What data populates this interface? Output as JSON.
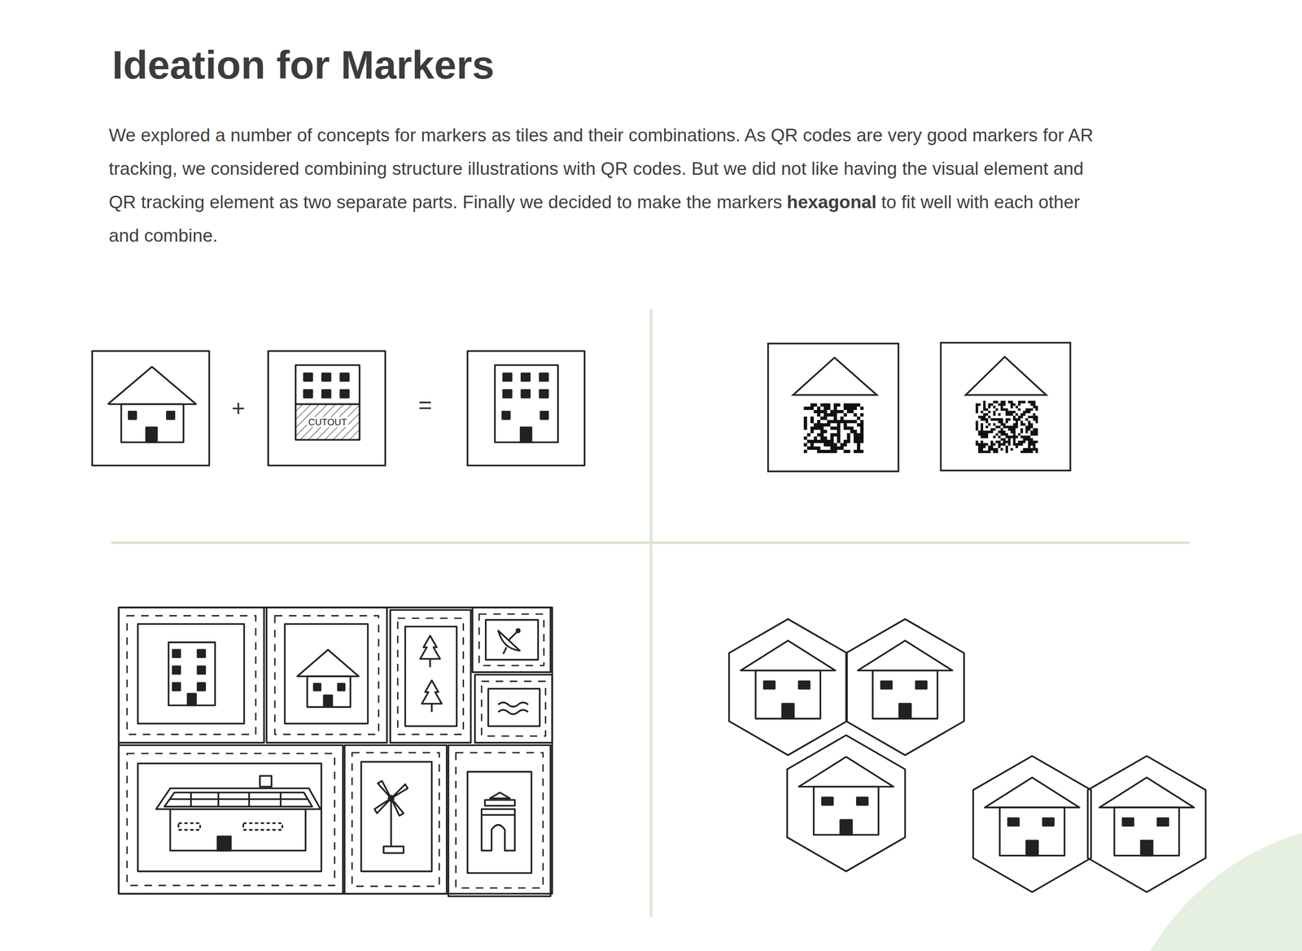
{
  "diagram": {
    "title": "Ideation for Markers",
    "nodes": [
      {
        "text": [
          "CUTOUT"
        ]
      }
    ],
    "labels": [
      "We explored a number of concepts for markers as tiles and their combinations. As QR codes are very good markers for AR tracking, we considered combining structure illustrations with QR codes. But we did not like having the visual element and QR tracking element as two separate parts. Finally we decided to make the markers",
      "hexagonal",
      "to fit well with each other and combine.",
      "+",
      "="
    ]
  }
}
